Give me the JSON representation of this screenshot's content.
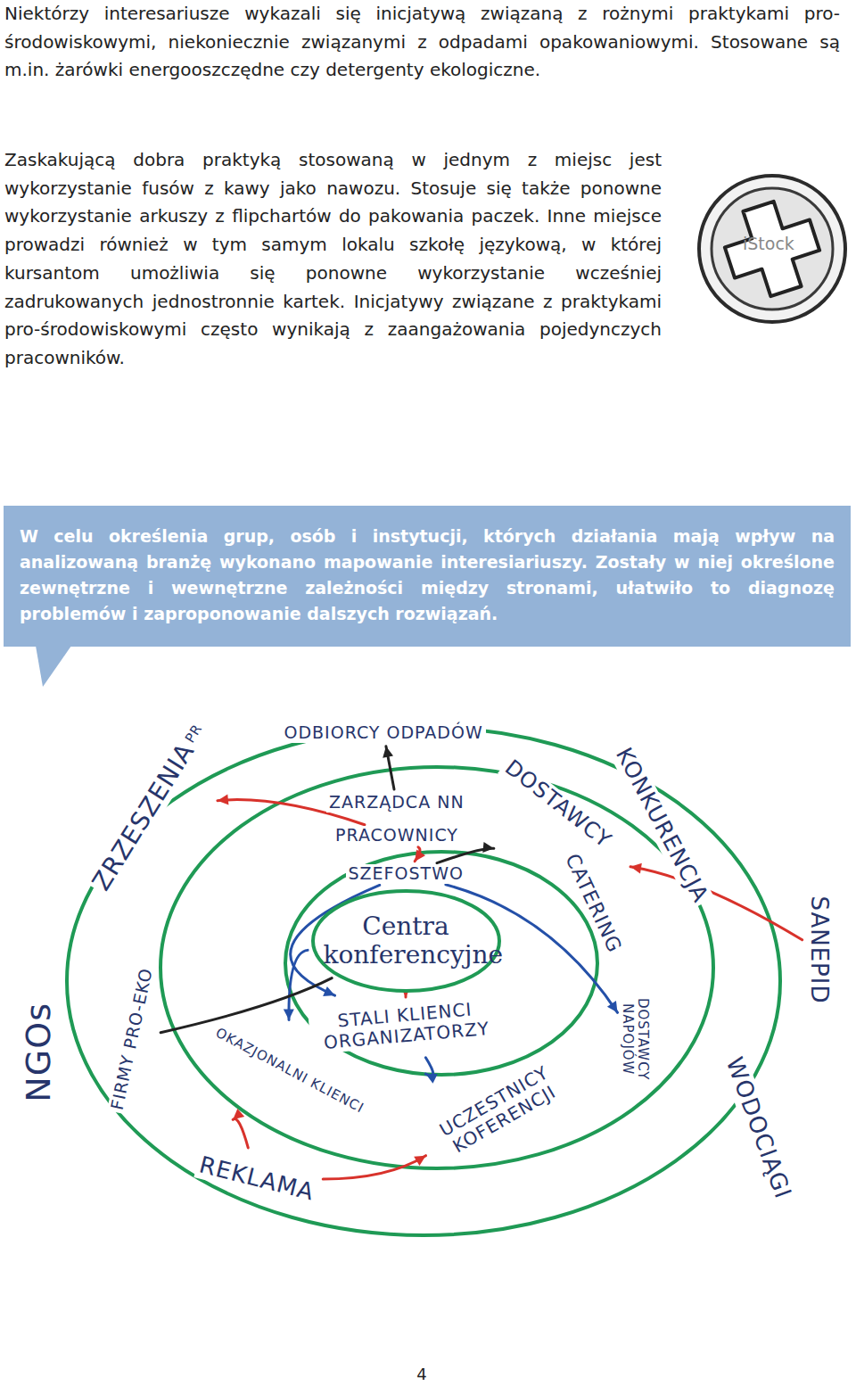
{
  "diagram": {
    "nodes": [
      {
        "text": [
          "W celu określenia grup, osób i instytucji, których działania mają wpływ na analizowaną branżę wykonano mapowanie interesiariuszy. Zostały w niej określone zewnętrzne i wewnętrzne zależności między stronami, ułatwiło to diagnozę problemów i zaproponowanie dalszych rozwiązań."
        ]
      },
      {
        "text": [
          "ODBIORCY ODPADÓW"
        ]
      },
      {
        "text": [
          "ZRZESZENIA",
          "PR"
        ]
      },
      {
        "text": [
          "ZARZĄDCA NN"
        ]
      },
      {
        "text": [
          "PRACOWNICY"
        ]
      },
      {
        "text": [
          "DOSTAWCY",
          "CATERING"
        ]
      },
      {
        "text": [
          "KONKURENCJA"
        ]
      },
      {
        "text": [
          "SZEFOSTWO"
        ]
      },
      {
        "text": [
          "Centra konferencyjne"
        ]
      },
      {
        "text": [
          "SANEPID"
        ]
      },
      {
        "text": [
          "STALI KLIENCI ORGANIZATORZY"
        ]
      },
      {
        "text": [
          "DOSTAWCY NAPOJÓW"
        ]
      },
      {
        "text": [
          "NGOs"
        ]
      },
      {
        "text": [
          "FIRMY PRO-EKO"
        ]
      },
      {
        "text": [
          "OKAZJONALNI KLIENCI"
        ]
      },
      {
        "text": [
          "UCZESTNICY KOFERENCJI"
        ]
      },
      {
        "text": [
          "WODOCIĄGI"
        ]
      },
      {
        "text": [
          "REKLAMA"
        ]
      }
    ],
    "edges": [
      {
        "from": 3,
        "to": 1,
        "arrow": "to"
      },
      {
        "from": 4,
        "to": 7,
        "arrow": "to"
      },
      {
        "from": 4,
        "to": 2,
        "arrow": "to"
      },
      {
        "from": 7,
        "to": 5,
        "arrow": "to"
      },
      {
        "from": 7,
        "to": 10,
        "arrow": "to"
      },
      {
        "from": 7,
        "to": 11,
        "arrow": "to"
      },
      {
        "from": 10,
        "to": 8,
        "arrow": "to"
      },
      {
        "from": 8,
        "to": 14,
        "arrow": "to"
      },
      {
        "from": 10,
        "to": 15,
        "arrow": "to"
      },
      {
        "from": 17,
        "to": 14,
        "arrow": "to"
      },
      {
        "from": 17,
        "to": 15,
        "arrow": "to"
      },
      {
        "from": 9,
        "to": 5,
        "arrow": "to"
      },
      {
        "from": 13,
        "to": 8,
        "arrow": "none"
      }
    ],
    "labels": [
      "Niektórzy interesariusze wykazali się inicjatywą związaną z rożnymi praktykami pro-środowiskowymi, niekoniecznie związanymi z odpadami opakowaniowymi. Stosowane są m.in. żarówki energooszczędne czy detergenty ekologiczne.",
      "Zaskakującą dobra praktyką stosowaną w jednym z miejsc jest wykorzystanie fusów z kawy jako nawozu. Stosuje się także ponowne wykorzystanie arkuszy z flipchartów do pakowania paczek. Inne miejsce prowadzi również w tym samym lokalu szkołę językową, w której kursantom umożliwia się ponowne wykorzystanie wcześniej zadrukowanych jednostronnie kartek. Inicjatywy związane z praktykami pro-środowiskowymi często wynikają z zaangażowania pojedynczych pracowników.",
      "iStock",
      "4"
    ]
  }
}
